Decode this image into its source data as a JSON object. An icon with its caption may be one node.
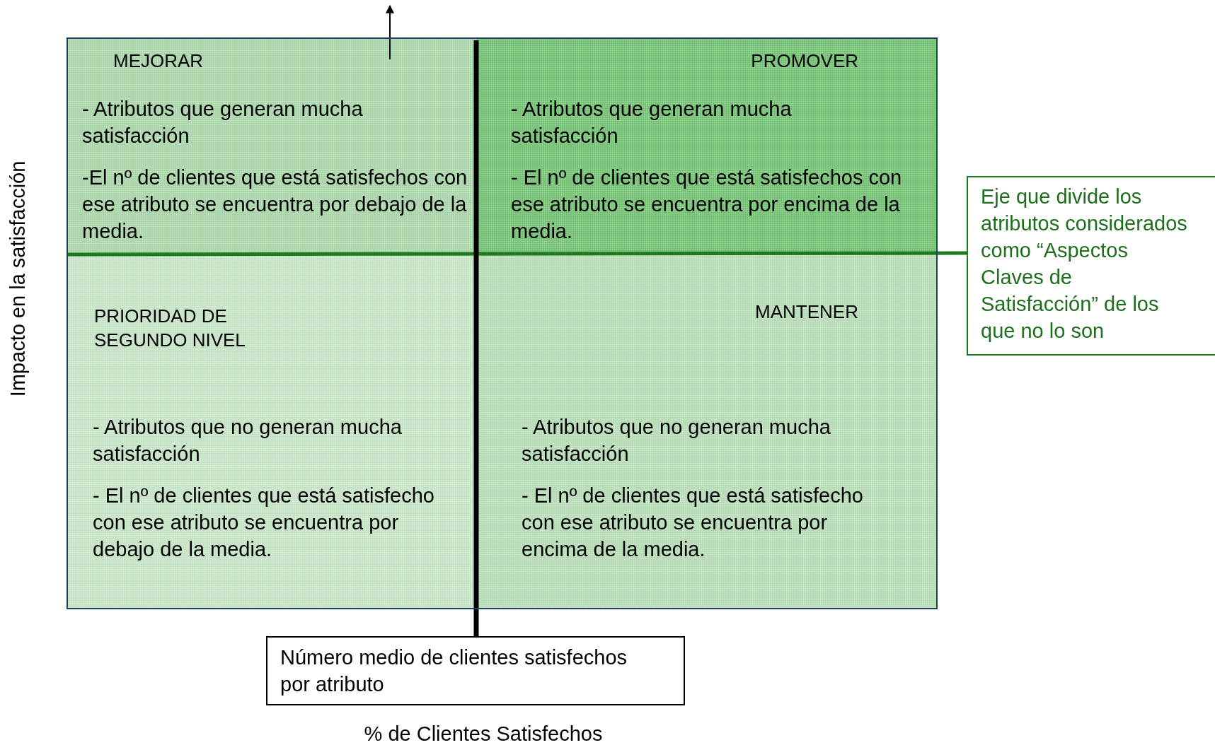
{
  "diagram": {
    "nodes": [
      {
        "text": [
          "MEJORAR",
          "- Atributos que generan mucha satisfacción",
          "-El nº de clientes que está satisfechos con ese atributo se encuentra por debajo de la media."
        ]
      },
      {
        "text": [
          "PROMOVER",
          "- Atributos que generan mucha satisfacción",
          "- El nº de clientes que está satisfechos con ese atributo se encuentra por encima de la media."
        ]
      },
      {
        "text": [
          "PRIORIDAD DE SEGUNDO NIVEL",
          "- Atributos que no generan mucha satisfacción",
          "- El nº de clientes que está satisfecho con ese atributo se encuentra por debajo de la media."
        ]
      },
      {
        "text": [
          "MANTENER",
          "- Atributos que no generan mucha satisfacción",
          "- El nº de clientes que está satisfecho con ese atributo se encuentra por encima de la media."
        ]
      },
      {
        "text": [
          "Eje que divide los atributos considerados como “Aspectos Claves de Satisfacción” de los que no lo son"
        ]
      },
      {
        "text": [
          "Número medio de clientes satisfechos por atributo"
        ]
      }
    ],
    "labels": [
      "Impacto en la satisfacción",
      "% de Clientes Satisfechos"
    ]
  }
}
